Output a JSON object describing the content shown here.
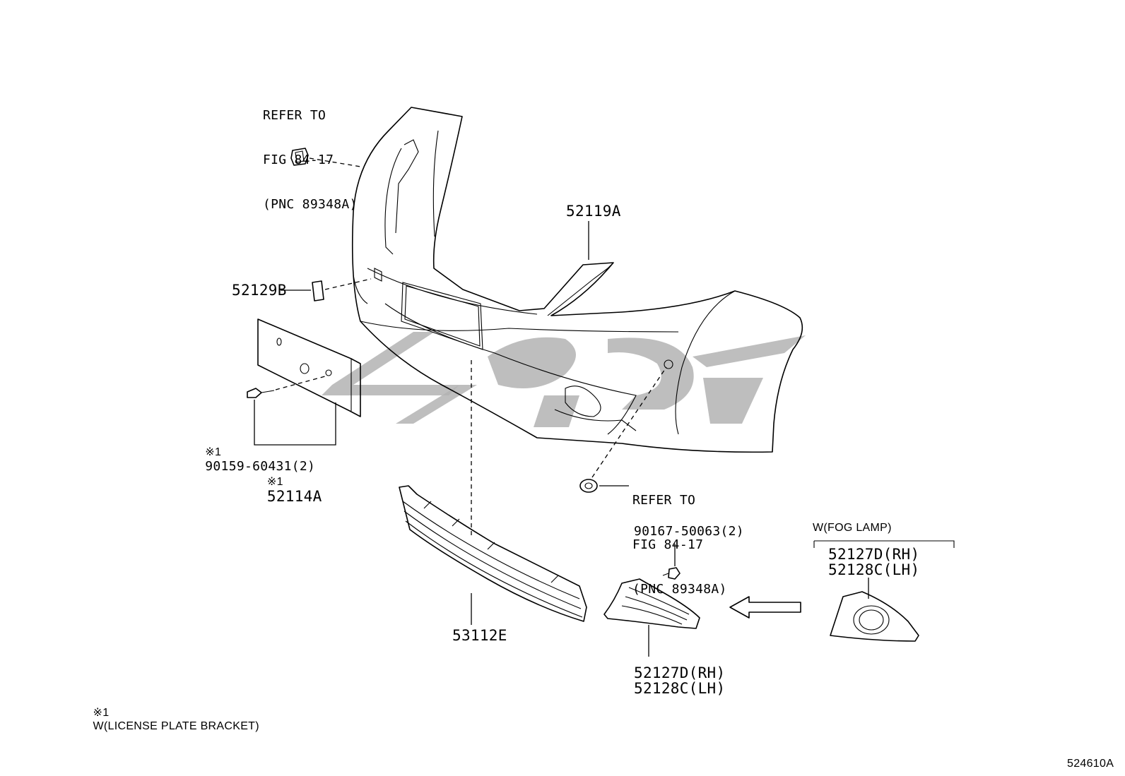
{
  "refs": {
    "top": [
      "REFER TO",
      "FIG 84-17",
      "(PNC 89348A)"
    ],
    "right": [
      "REFER TO",
      "FIG 84-17",
      "(PNC 89348A)"
    ]
  },
  "parts": {
    "p52119A": "52119A",
    "p52129B": "52129B",
    "p90159": "90159-60431(2)",
    "p52114A": "52114A",
    "p53112E": "53112E",
    "p90167": "90167-50063(2)",
    "p52127D_a": "52127D(RH)",
    "p52128C_a": "52128C(LH)",
    "p52127D_b": "52127D(RH)",
    "p52128C_b": "52128C(LH)"
  },
  "marks": {
    "note_mark": "※1"
  },
  "notes": {
    "fog_lamp": "W(FOG LAMP)",
    "footnote": "W(LICENSE PLATE BRACKET)"
  },
  "illustration_id": "524610A",
  "icons": [
    "bumper-cover",
    "clip",
    "license-plate-bracket",
    "grille",
    "fog-lamp-cover",
    "arrow-left",
    "watermark-logo"
  ]
}
